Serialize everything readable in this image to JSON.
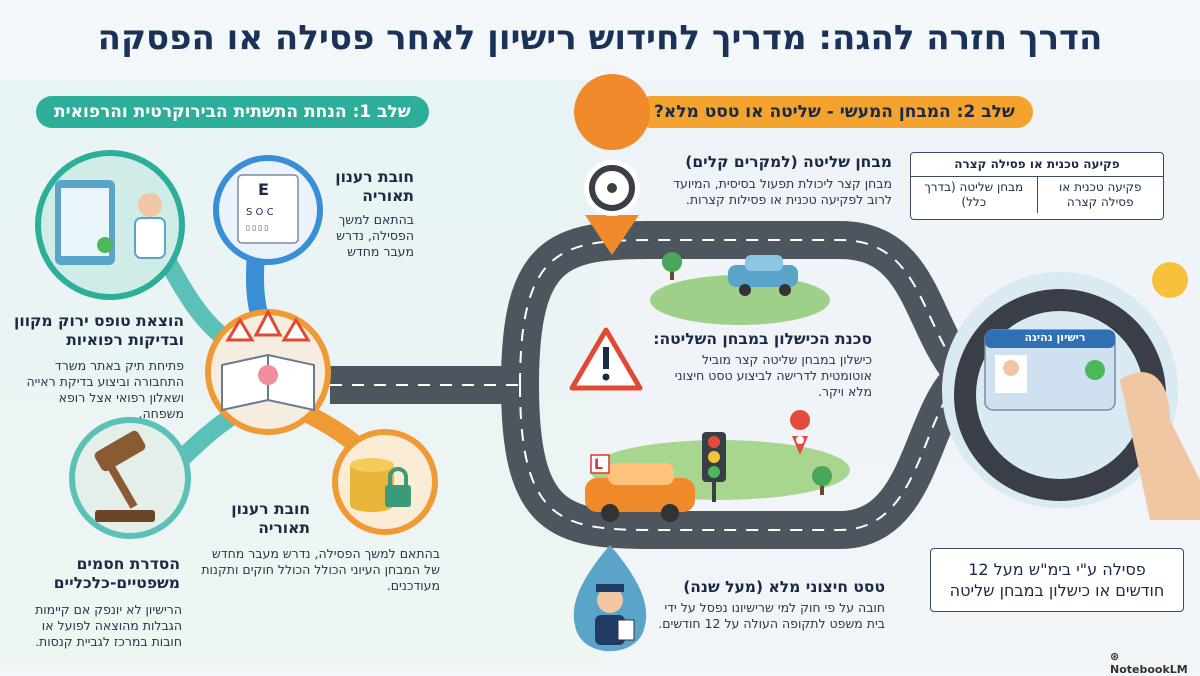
{
  "title": "הדרך חזרה להגה: מדריך לחידוש רישיון לאחר פסילה או הפסקה",
  "stage1": {
    "label": "שלב 1: הנחת התשתית הבירוקרטית והרפואית",
    "theory_top": {
      "heading": "חובת רענון תאוריה",
      "body": "בהתאם למשך הפסילה, נדרש מעבר מחדש"
    },
    "green_form": {
      "heading": "הוצאת טופס ירוק מקוון ובדיקות רפואיות",
      "body": "פתיחת תיק באתר משרד התחבורה וביצוע בדיקת ראייה ושאלון רפואי אצל רופא משפחה."
    },
    "theory_bottom": {
      "heading": "חובת רענון תאוריה",
      "body": "בהתאם למשך הפסילה, נדרש מעבר מחדש של המבחן העיוני הכולל הכולל חוקים ותקנות מעודכנים."
    },
    "barriers": {
      "heading": "הסדרת חסמים משפטיים-כלכליים",
      "body": "הרישיון לא יונפק אם קיימות הגבלות מהוצאה לפועל או חובות במרכז לגביית קנסות."
    }
  },
  "stage2": {
    "label": "שלב 2: המבחן המעשי - שליטה או טסט מלא?",
    "control_test": {
      "heading": "מבחן שליטה (למקרים קלים)",
      "body": "מבחן קצר ליכולת תפעול בסיסית, המיועד לרוב לפקיעה טכנית או פסילות קצרות."
    },
    "failure_risk": {
      "heading": "סכנת הכישלון במבחן השליטה:",
      "body": "כישלון במבחן שליטה קצר מוביל אוטומטית לדרישה לביצוע טסט חיצוני מלא ויקר."
    },
    "full_test": {
      "heading": "טסט חיצוני מלא (מעל שנה)",
      "body": "חובה על פי חוק למי שרישיונו נפסל על ידי בית משפט לתקופה העולה על 12 חודשים."
    },
    "table": {
      "title": "פקיעה טכנית או פסילה קצרה",
      "col_right": "פקיעה טכנית או פסילה קצרה",
      "col_left": "מבחן שליטה (בדרך כלל)"
    },
    "court_box": "פסילה ע\"י בימ\"ש מעל 12 חודשים או כישלון במבחן שליטה",
    "license_card_label": "רישיון נהיגה"
  },
  "branding": "NotebookLM",
  "colors": {
    "teal": "#2cae9a",
    "orange": "#f4a32e",
    "navy": "#1a3158"
  }
}
